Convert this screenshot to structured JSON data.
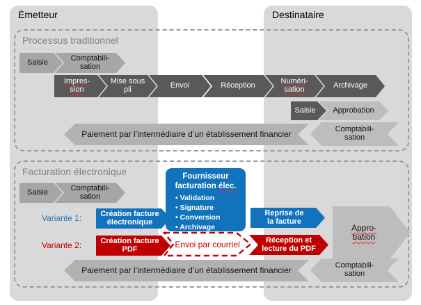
{
  "header": {
    "sender": "Émetteur",
    "recipient": "Destinataire"
  },
  "traditional": {
    "title": "Processus traditionnel",
    "saisie": "Saisie",
    "compta_l1": "Comptabili-",
    "compta_l2": "sation",
    "mail_steps": [
      {
        "l1": "Impres-",
        "l2": "sion"
      },
      {
        "l1": "Mise sous",
        "l2": "pli"
      },
      {
        "l1": "Envoi"
      },
      {
        "l1": "Réception"
      },
      {
        "l1": "Numéri-",
        "l2": "sation"
      },
      {
        "l1": "Archivage"
      }
    ],
    "recipient_saisie": "Saisie",
    "approbation": "Approbation",
    "payment": "Paiement par l’intermédiaire d’un établissement financier",
    "payment_compta_l1": "Comptabili-",
    "payment_compta_l2": "sation"
  },
  "electronic": {
    "title": "Facturation électronique",
    "saisie": "Saisie",
    "compta_l1": "Comptabili-",
    "compta_l2": "sation",
    "provider": {
      "title_l1": "Fournisseur",
      "title_l2a": "facturation",
      "title_l2b": "élec.",
      "bullets": [
        "Validation",
        "Signature",
        "Conversion",
        "Archivage"
      ]
    },
    "variant1": {
      "label": "Variante 1:",
      "create_l1": "Création facture",
      "create_l2": "électronique",
      "receive_l1": "Reprise de",
      "receive_l2": "la facture"
    },
    "variant2": {
      "label": "Variante 2:",
      "create_l1": "Création facture",
      "create_l2": "PDF",
      "email": "Envoi par courriel",
      "receive_l1": "Réception et",
      "receive_l2": "lecture du PDF"
    },
    "approbation_l1": "Appro-",
    "approbation_l2": "bation",
    "payment": "Paiement par l’intermédiaire d’un établissement financier",
    "payment_compta_l1": "Comptabili-",
    "payment_compta_l2": "sation"
  },
  "colors": {
    "blue": "#1273bd",
    "red": "#c00000",
    "gray_dark": "#595959",
    "gray_mid": "#a6a6a6",
    "gray_light": "#bdbdbd",
    "gray_column": "#d9d9d9"
  }
}
